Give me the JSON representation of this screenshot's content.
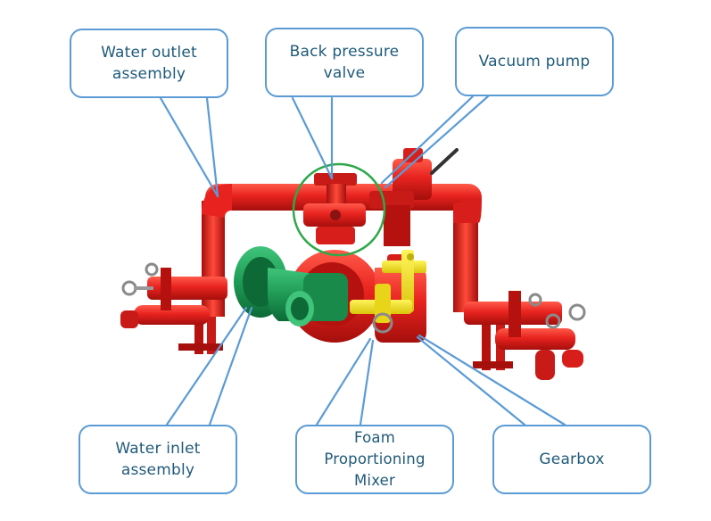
{
  "labels": {
    "water_outlet": "Water outlet\nassembly",
    "back_pressure": "Back pressure\nvalve",
    "vacuum_pump": "Vacuum pump",
    "water_inlet": "Water inlet\nassembly",
    "foam_mixer": "Foam Proportioning\nMixer",
    "gearbox": "Gearbox"
  },
  "colors": {
    "pipe_red": "#e8231f",
    "pipe_dark_red": "#b5120f",
    "inlet_green": "#1f9a55",
    "mixer_yellow": "#f2e21c",
    "callout_blue": "#5b9bd5",
    "highlight_green": "#2fa84a",
    "label_text": "#1f5a7a"
  }
}
